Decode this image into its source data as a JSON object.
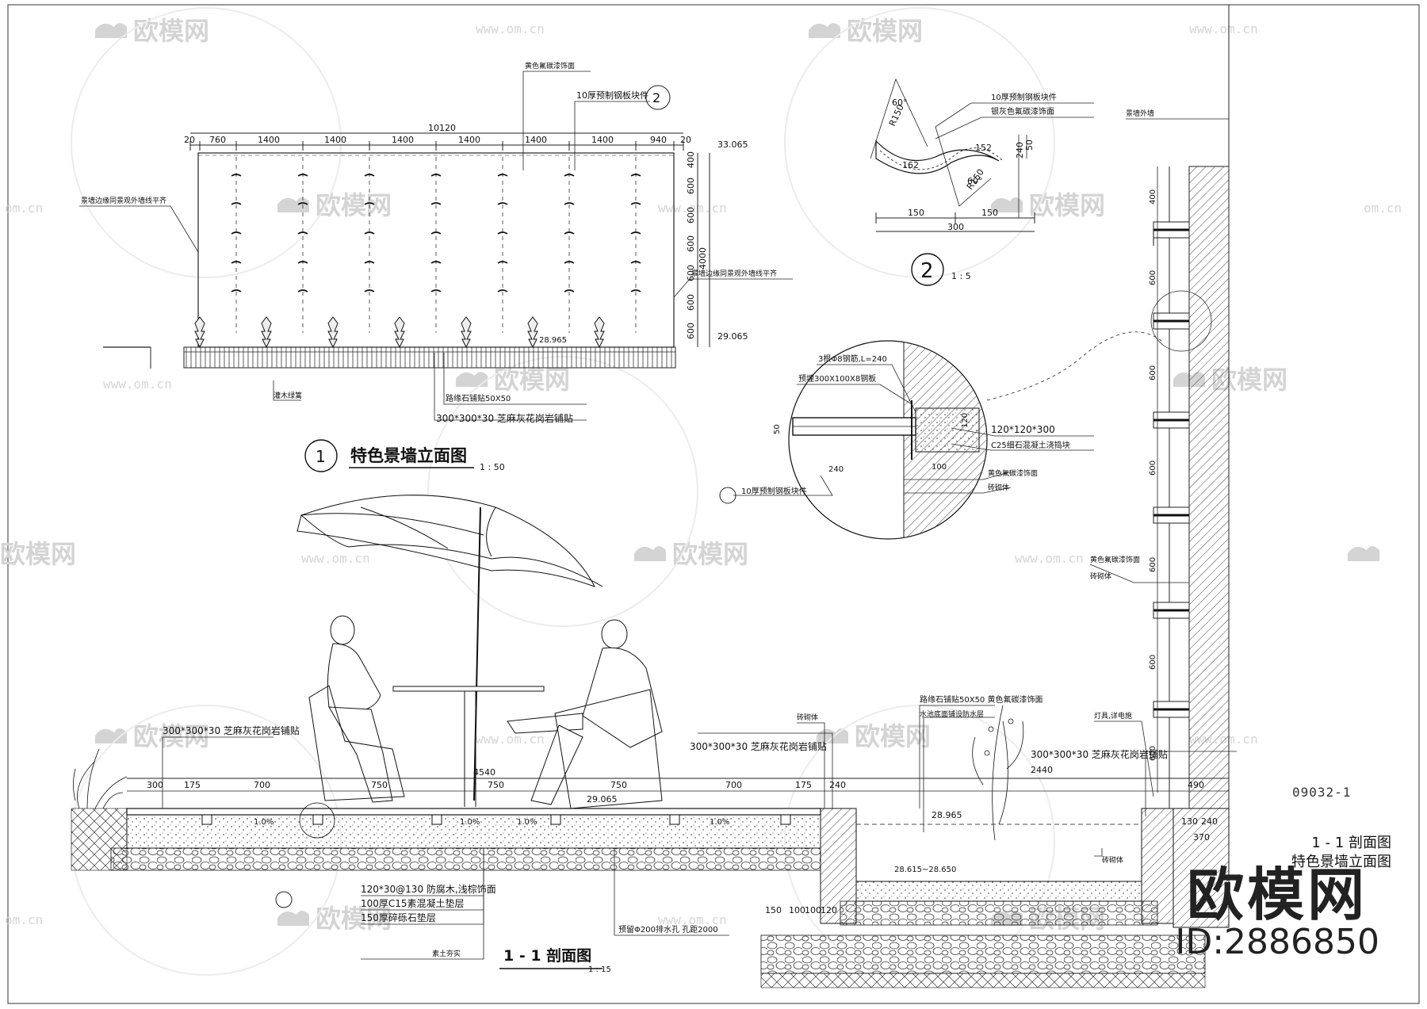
{
  "watermark": {
    "brand": "欧模网",
    "url": "www.om.cn",
    "url_short": "om.cn",
    "id": "ID:2886850"
  },
  "drawing_code": "09032-1",
  "title_block": {
    "line1": "1 - 1 剖面图",
    "line2": "特色景墙立面图"
  },
  "elevation": {
    "title": "特色景墙立面图",
    "number": "1",
    "scale": "1 : 50",
    "top_dim": "10120",
    "segments": [
      "20",
      "760",
      "1400",
      "1400",
      "1400",
      "1400",
      "1400",
      "1400",
      "940",
      "20"
    ],
    "right_dims": [
      "400",
      "600",
      "600",
      "600",
      "600",
      "600",
      "600"
    ],
    "total_height": "4000",
    "levels": [
      "33.065",
      "29.065"
    ],
    "ground_level": "28.965",
    "notes": {
      "gold_surface": "黄色氟碳漆饰面",
      "steel_strip": "10厚预制钢板块件",
      "wall_edge_left": "景墙边缘同景观外墙线平齐",
      "wall_edge_right": "景墙边缘同景观外墙线平齐",
      "planting": "灌木绿篱",
      "edge_stone": "路缘石铺贴50X50",
      "paving": "300*300*30 芝麻灰花岗岩铺贴"
    }
  },
  "detail2": {
    "number": "2",
    "scale": "1 : 5",
    "dims": [
      "150",
      "300",
      "150",
      "152",
      "50",
      "240",
      "162",
      "R150",
      "R150",
      "60°",
      "60°"
    ],
    "notes": [
      "10厚预制钢板块件",
      "银灰色氟碳漆饰面"
    ]
  },
  "detail_circle": {
    "notes": [
      "3根Φ8钢筋,L=240",
      "预埋300X100X8钢板",
      "120*120*300",
      "C25细石混凝土浇捣块",
      "黄色氟碳漆饰面",
      "砖砌体"
    ],
    "dims": [
      "240",
      "100",
      "120",
      "50"
    ],
    "callout": "10厚预制钢板块件"
  },
  "section": {
    "title": "1 - 1 剖面图",
    "scale": "1 : 15",
    "dims": [
      "300",
      "175",
      "700",
      "750",
      "4540",
      "750",
      "750",
      "700",
      "175",
      "240",
      "2440",
      "490",
      "240",
      "130",
      "370",
      "150",
      "100",
      "100",
      "120"
    ],
    "levels": [
      "29.065",
      "28.965",
      "28.615~28.650"
    ],
    "slopes": [
      "1.0%",
      "1.0%",
      "1.0%",
      "1.0%"
    ],
    "notes": {
      "paving_left": "300*300*30 芝麻灰花岗岩铺贴",
      "paving_mid": "300*300*30 芝麻灰花岗岩铺贴",
      "paving_right": "300*300*30 芝麻灰花岗岩铺贴",
      "brick": "砖砌体",
      "edge": "路缘石铺贴50X50 黄色氟碳漆饰面",
      "pool": "水池底面铺设防水层",
      "drain": "预留Φ200排水孔 孔距2000",
      "layer1": "120*30@130 防腐木,浅棕饰面",
      "layer2": "100厚C15素混凝土垫层",
      "layer3": "150厚碎砾石垫层",
      "layer4": "素土夯实",
      "lamp": "灯具,详电施",
      "wall_r": "黄色氟碳漆饰面",
      "wall_r2": "砖砌体"
    },
    "right_wall_dims": [
      "400",
      "600",
      "600",
      "600",
      "600",
      "600",
      "600"
    ],
    "top_label": "景墙外墙"
  }
}
